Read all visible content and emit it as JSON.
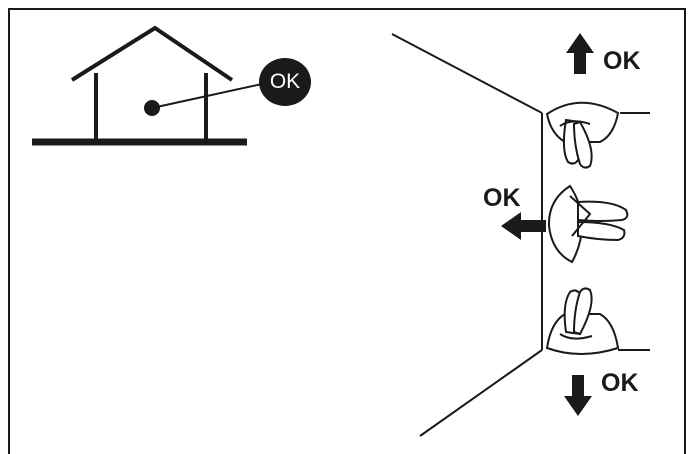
{
  "labels": {
    "house_badge": "OK",
    "up": "OK",
    "left": "OK",
    "down": "OK"
  },
  "icons": [
    "house-icon",
    "arrow-up-icon",
    "arrow-left-icon",
    "arrow-down-icon",
    "ceiling-mounted-detector-icon",
    "wall-mounted-detector-icon",
    "floor-mounted-detector-icon"
  ],
  "colors": {
    "ink": "#1a1a1a",
    "background": "#ffffff"
  }
}
